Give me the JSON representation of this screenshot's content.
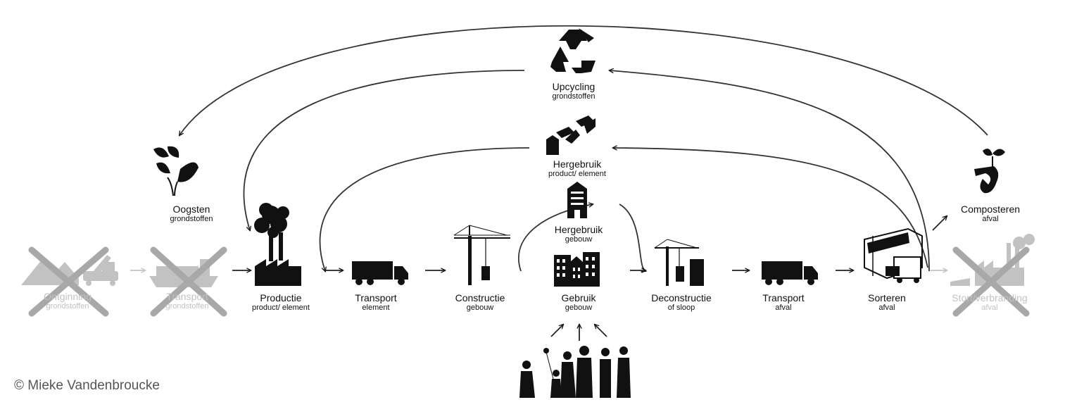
{
  "colors": {
    "ink": "#111111",
    "disabled": "#c2c2c2",
    "cross": "#a8a8a8",
    "credit": "#555555"
  },
  "stages": {
    "ontginning": {
      "title": "Ontginning",
      "sub": "grondstoffen",
      "status": "crossed-out",
      "icon": "excavator-icon"
    },
    "transport1": {
      "title": "Transport",
      "sub": "grondstoffen",
      "status": "crossed-out",
      "icon": "ship-icon"
    },
    "productie": {
      "title": "Productie",
      "sub": "product/ element",
      "icon": "factory-icon"
    },
    "transport2": {
      "title": "Transport",
      "sub": "element",
      "icon": "truck-icon"
    },
    "constructie": {
      "title": "Constructie",
      "sub": "gebouw",
      "icon": "crane-icon"
    },
    "gebruik": {
      "title": "Gebruik",
      "sub": "gebouw",
      "icon": "buildings-icon"
    },
    "deconstructie": {
      "title": "Deconstructie",
      "sub": "of sloop",
      "icon": "crane-icon"
    },
    "transport3": {
      "title": "Transport",
      "sub": "afval",
      "icon": "truck-icon"
    },
    "sorteren": {
      "title": "Sorteren",
      "sub": "afval",
      "icon": "sorting-facility-icon"
    },
    "stortverbranding": {
      "title": "Stort/verbranding",
      "sub": "afval",
      "status": "crossed-out",
      "icon": "incinerator-icon"
    }
  },
  "loops": {
    "upcycling": {
      "title": "Upcycling",
      "sub": "grondstoffen",
      "icon": "recycle-icon"
    },
    "hergebruik_product": {
      "title": "Hergebruik",
      "sub": "product/ element",
      "icon": "reuse-elements-icon"
    },
    "hergebruik_gebouw": {
      "title": "Hergebruik",
      "sub": "gebouw",
      "icon": "building-icon"
    },
    "oogsten": {
      "title": "Oogsten",
      "sub": "grondstoffen",
      "icon": "leaves-icon"
    },
    "composteren": {
      "title": "Composteren",
      "sub": "afval",
      "icon": "sprout-icon"
    }
  },
  "users_icon": "people-icon",
  "credit": "© Mieke Vandenbroucke"
}
